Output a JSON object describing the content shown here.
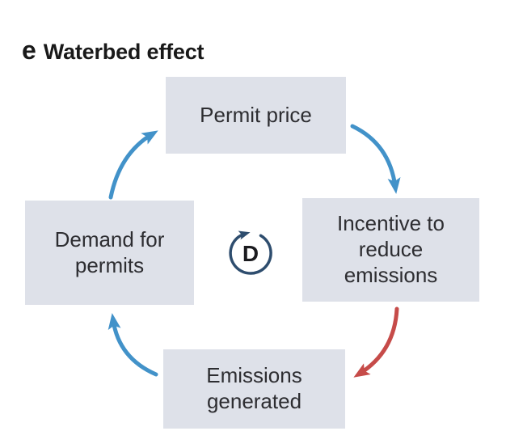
{
  "panel": {
    "letter": "e",
    "title": "Waterbed effect"
  },
  "diagram": {
    "type": "causal-loop",
    "nodes": [
      {
        "id": "permit-price",
        "label": "Permit price",
        "position": "top"
      },
      {
        "id": "incentive-to-reduce-emissions",
        "label": "Incentive to\nreduce\nemissions",
        "position": "right"
      },
      {
        "id": "emissions-generated",
        "label": "Emissions\ngenerated",
        "position": "bottom"
      },
      {
        "id": "demand-for-permits",
        "label": "Demand for\npermits",
        "position": "left"
      }
    ],
    "loop_marker": {
      "label": "D",
      "meaning": "clockwise loop marker"
    },
    "arrows": [
      {
        "from": "Demand for permits",
        "to": "Permit price",
        "color": "blue"
      },
      {
        "from": "Permit price",
        "to": "Incentive to reduce emissions",
        "color": "blue"
      },
      {
        "from": "Incentive to reduce emissions",
        "to": "Emissions generated",
        "color": "red"
      },
      {
        "from": "Emissions generated",
        "to": "Demand for permits",
        "color": "blue"
      }
    ],
    "colors": {
      "box_fill": "#dee1e9",
      "box_text": "#2d2d31",
      "arrow_blue": "#4292c9",
      "arrow_red": "#c64b49",
      "loop_navy": "#2e4d6e",
      "title_text": "#191919"
    }
  }
}
